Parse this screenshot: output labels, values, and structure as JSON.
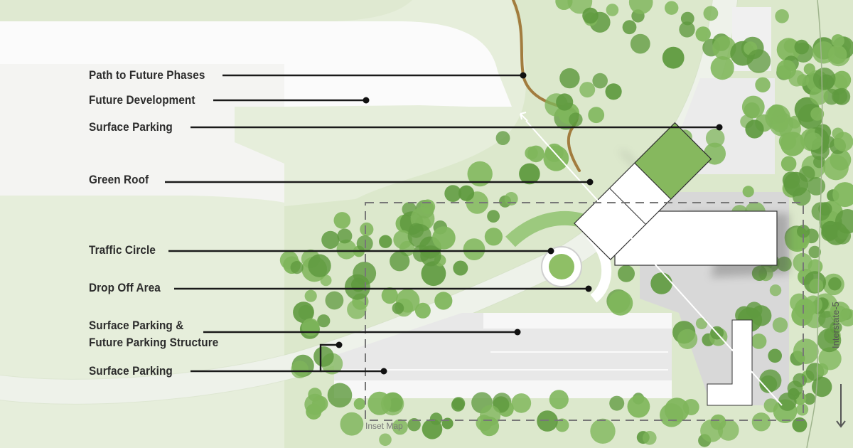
{
  "map": {
    "labels": {
      "path_future_phases": "Path to Future Phases",
      "future_development": "Future Development",
      "surface_parking_top": "Surface Parking",
      "green_roof": "Green Roof",
      "traffic_circle": "Traffic Circle",
      "drop_off_area": "Drop Off Area",
      "surface_parking_future_line1": "Surface Parking &",
      "surface_parking_future_line2": "Future Parking Structure",
      "surface_parking_bottom": "Surface Parking"
    },
    "inset_map": "Inset Map",
    "highway": "Interstate-5"
  },
  "colors": {
    "background_green": "#dce8cc",
    "pale_lawn": "#eef2e6",
    "tree_green": "#7fb65b",
    "tree_dark": "#5f9a3f",
    "road": "#ffffff",
    "pavement": "#d9d9d9",
    "building": "#ffffff",
    "path_brown": "#a27c3e",
    "label_text": "#2b2b2b",
    "leader_line": "#1a1a1a"
  }
}
